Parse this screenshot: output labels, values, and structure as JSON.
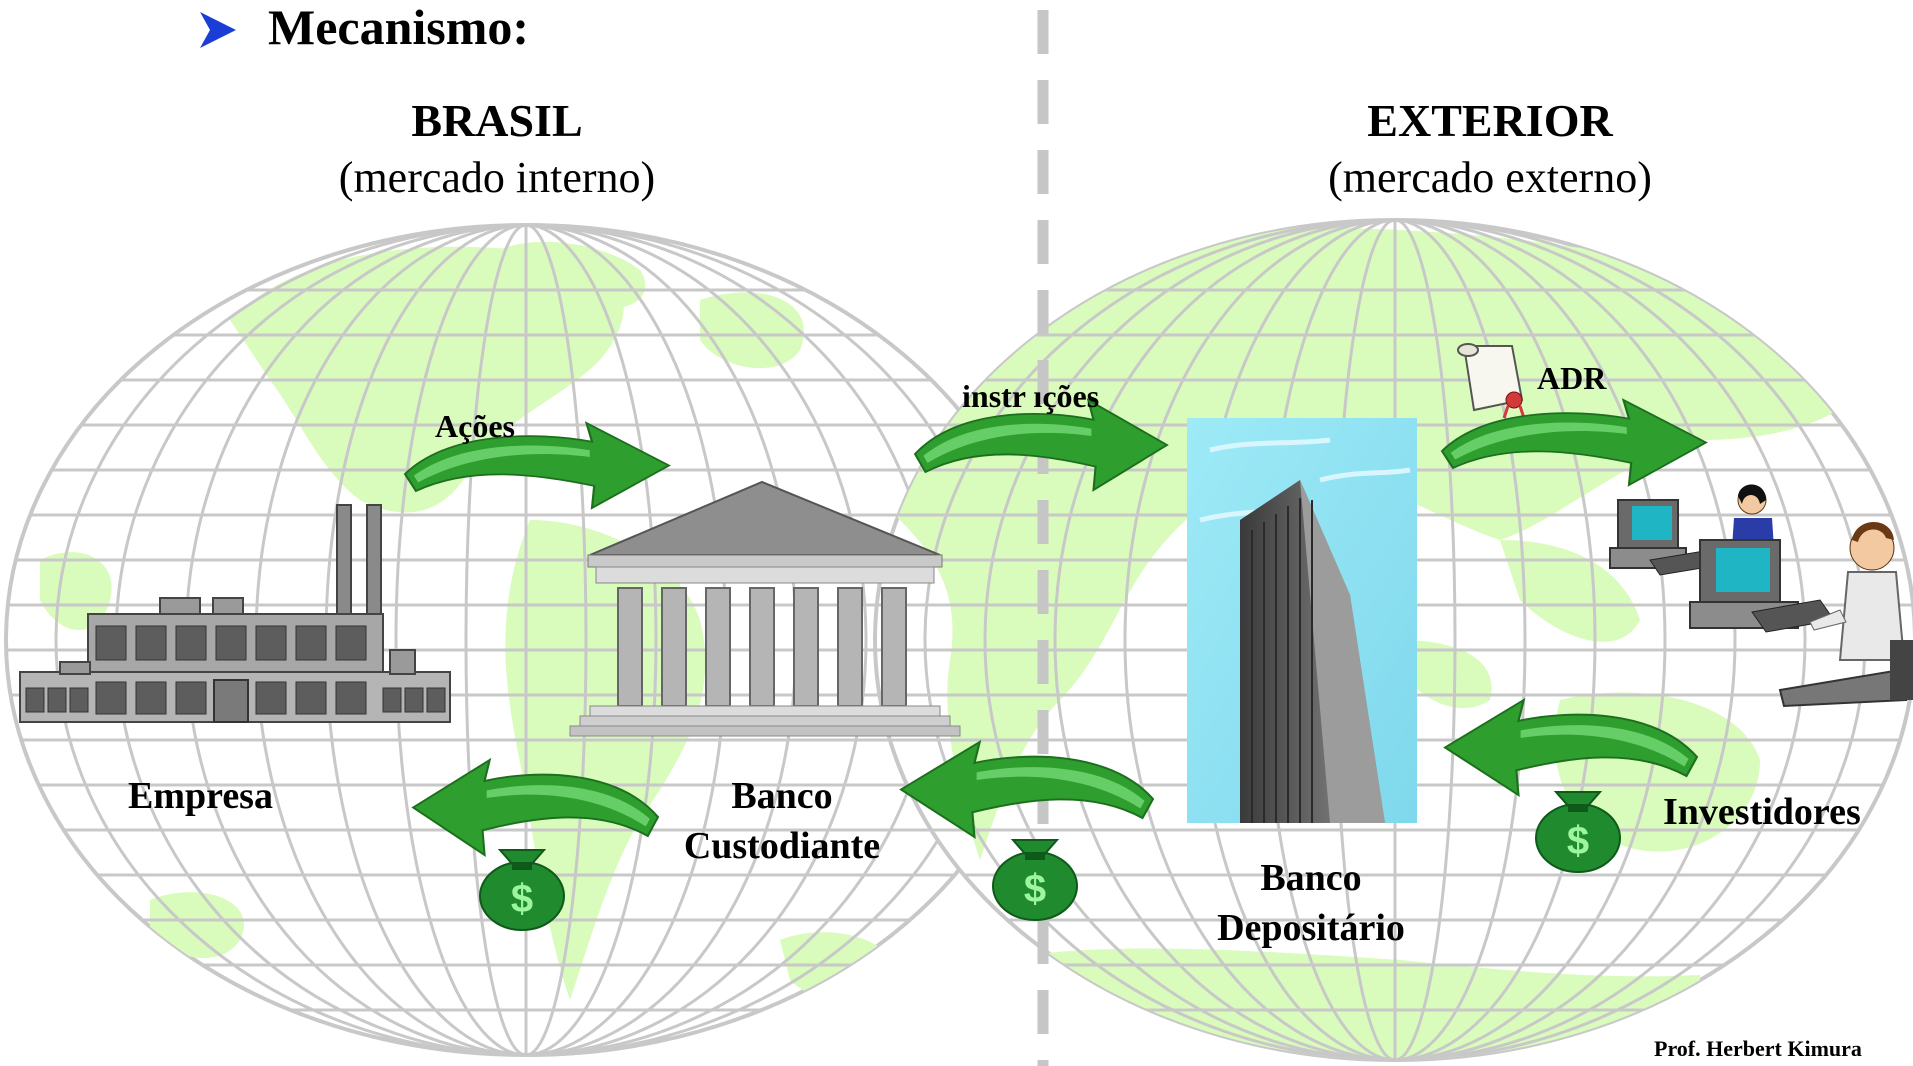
{
  "heading": {
    "bullet_icon": "arrowhead-bullet-icon",
    "text": "Mecanismo:"
  },
  "left_region": {
    "title": "BRASIL",
    "subtitle": "(mercado interno)"
  },
  "right_region": {
    "title": "EXTERIOR",
    "subtitle": "(mercado externo)"
  },
  "labels": {
    "acoes": "Ações",
    "instrucoes": "instr ıções",
    "adr": "ADR",
    "empresa": "Empresa",
    "banco_custodiante_1": "Banco",
    "banco_custodiante_2": "Custodiante",
    "banco_depositario_1": "Banco",
    "banco_depositario_2": "Depositário",
    "investidores": "Investidores"
  },
  "footer": {
    "credit": "Prof. Herbert Kimura"
  },
  "colors": {
    "land": "#d9fbbc",
    "grid": "#c8c8c8",
    "arrow": "#2e9e2e",
    "arrow_light": "#6fd66f",
    "money_bag": "#1f8a2e",
    "sky": "#8fe3f3",
    "divider": "#c6c6c6",
    "bullet": "#1a3dd6"
  },
  "icons": [
    "factory-icon",
    "bank-building-icon",
    "skyscraper-icon",
    "investors-computer-icon",
    "certificate-scroll-icon",
    "money-bag-icon"
  ]
}
